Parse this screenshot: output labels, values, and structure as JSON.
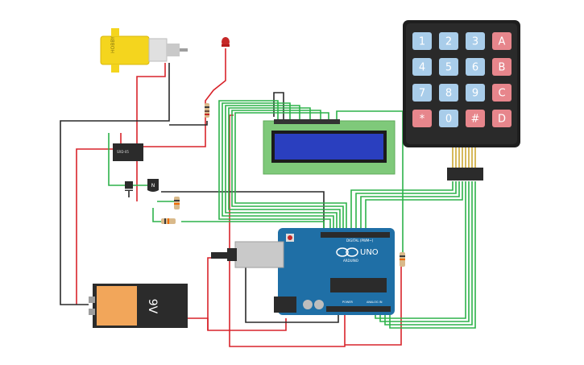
{
  "keypad": {
    "keys": [
      "1",
      "2",
      "3",
      "A",
      "4",
      "5",
      "6",
      "B",
      "7",
      "8",
      "9",
      "C",
      "*",
      "0",
      "#",
      "D"
    ],
    "key_colors": {
      "digit": "#a9cdea",
      "letter": "#e7868c"
    }
  },
  "battery": {
    "label": "9V"
  },
  "arduino": {
    "brand": "ARDUINO",
    "model": "UNO",
    "digital_label": "DIGITAL (PWM~)",
    "power_label": "POWER",
    "analog_label": "ANALOG IN"
  },
  "motor": {
    "label": "HOBBY"
  },
  "colors": {
    "wire_green": "#2db24a",
    "wire_red": "#d8242b",
    "wire_black": "#2a2a2a",
    "board": "#1f6fa6",
    "lcd_pcb": "#7fc97a",
    "lcd_screen": "#2a3fbf"
  }
}
